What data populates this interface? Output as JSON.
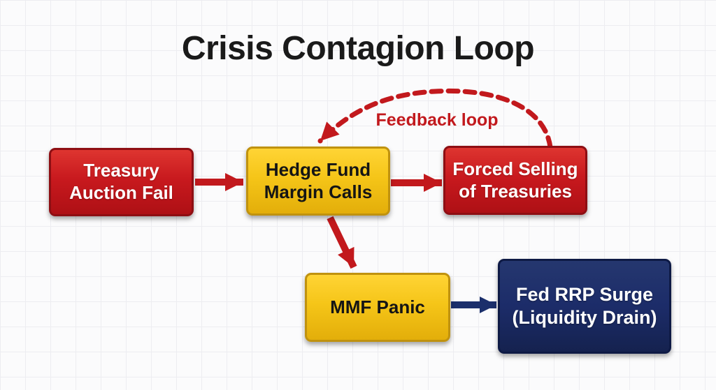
{
  "title": "Crisis Contagion Loop",
  "feedback": {
    "label": "Feedback loop"
  },
  "nodes": {
    "treasury": {
      "lines": [
        "Treasury",
        "Auction Fail"
      ],
      "color_role": "red"
    },
    "hedge": {
      "lines": [
        "Hedge Fund",
        "Margin Calls"
      ],
      "color_role": "yellow"
    },
    "forced": {
      "lines": [
        "Forced Selling",
        "of Treasuries"
      ],
      "color_role": "red"
    },
    "mmf": {
      "lines": [
        "MMF Panic"
      ],
      "color_role": "yellow"
    },
    "fedrrp": {
      "lines": [
        "Fed RRP Surge",
        "(Liquidity Drain)"
      ],
      "color_role": "navy"
    }
  },
  "edges": [
    {
      "from": "treasury",
      "to": "hedge",
      "style": "solid",
      "color_role": "arrow-red"
    },
    {
      "from": "hedge",
      "to": "forced",
      "style": "solid",
      "color_role": "arrow-red"
    },
    {
      "from": "hedge",
      "to": "mmf",
      "style": "solid",
      "color_role": "arrow-red"
    },
    {
      "from": "mmf",
      "to": "fedrrp",
      "style": "solid",
      "color_role": "arrow-navy"
    },
    {
      "from": "forced",
      "to": "hedge",
      "style": "dashed",
      "color_role": "arrow-red",
      "label": "Feedback loop"
    }
  ],
  "colors": {
    "red_fill": "#C8191E",
    "red_border": "#8E0E13",
    "yellow_fill": "#F5C518",
    "yellow_border": "#C0920E",
    "navy_fill": "#1C2C69",
    "navy_border": "#0E1A45",
    "arrow_red": "#C2191D",
    "arrow_navy": "#1B2F6B",
    "label_red": "#C2191D",
    "title_text": "#1A1A1A"
  }
}
